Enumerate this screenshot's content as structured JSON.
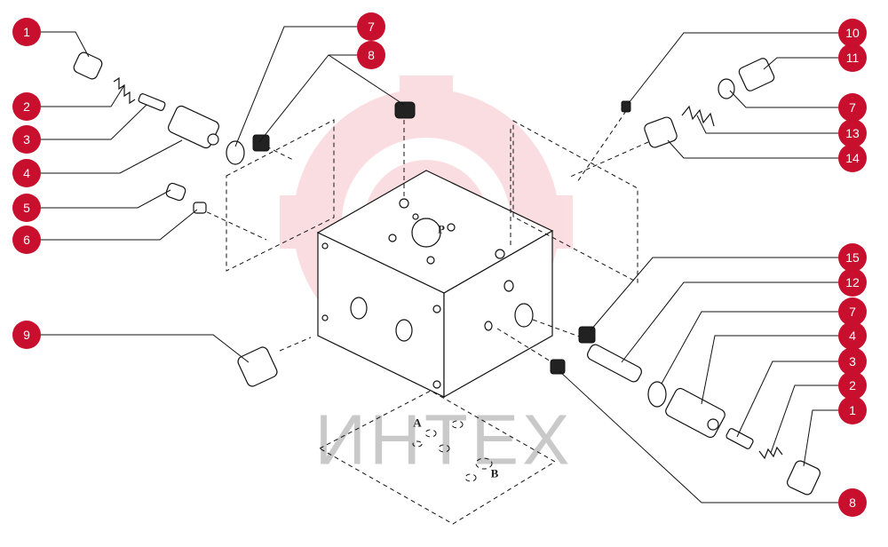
{
  "callouts": [
    {
      "label": "1"
    },
    {
      "label": "2"
    },
    {
      "label": "3"
    },
    {
      "label": "4"
    },
    {
      "label": "5"
    },
    {
      "label": "6"
    },
    {
      "label": "7"
    },
    {
      "label": "8"
    },
    {
      "label": "9"
    },
    {
      "label": "10"
    },
    {
      "label": "11"
    },
    {
      "label": "7"
    },
    {
      "label": "13"
    },
    {
      "label": "14"
    },
    {
      "label": "15"
    },
    {
      "label": "12"
    },
    {
      "label": "7"
    },
    {
      "label": "4"
    },
    {
      "label": "3"
    },
    {
      "label": "2"
    },
    {
      "label": "1"
    },
    {
      "label": "8"
    }
  ],
  "ports": {
    "p": "P",
    "a": "A",
    "b": "B"
  },
  "watermark": "ИНТЕХ",
  "colors": {
    "callout": "#c8102e",
    "watermark_gear": "#f4b7bf",
    "line": "#111111"
  }
}
